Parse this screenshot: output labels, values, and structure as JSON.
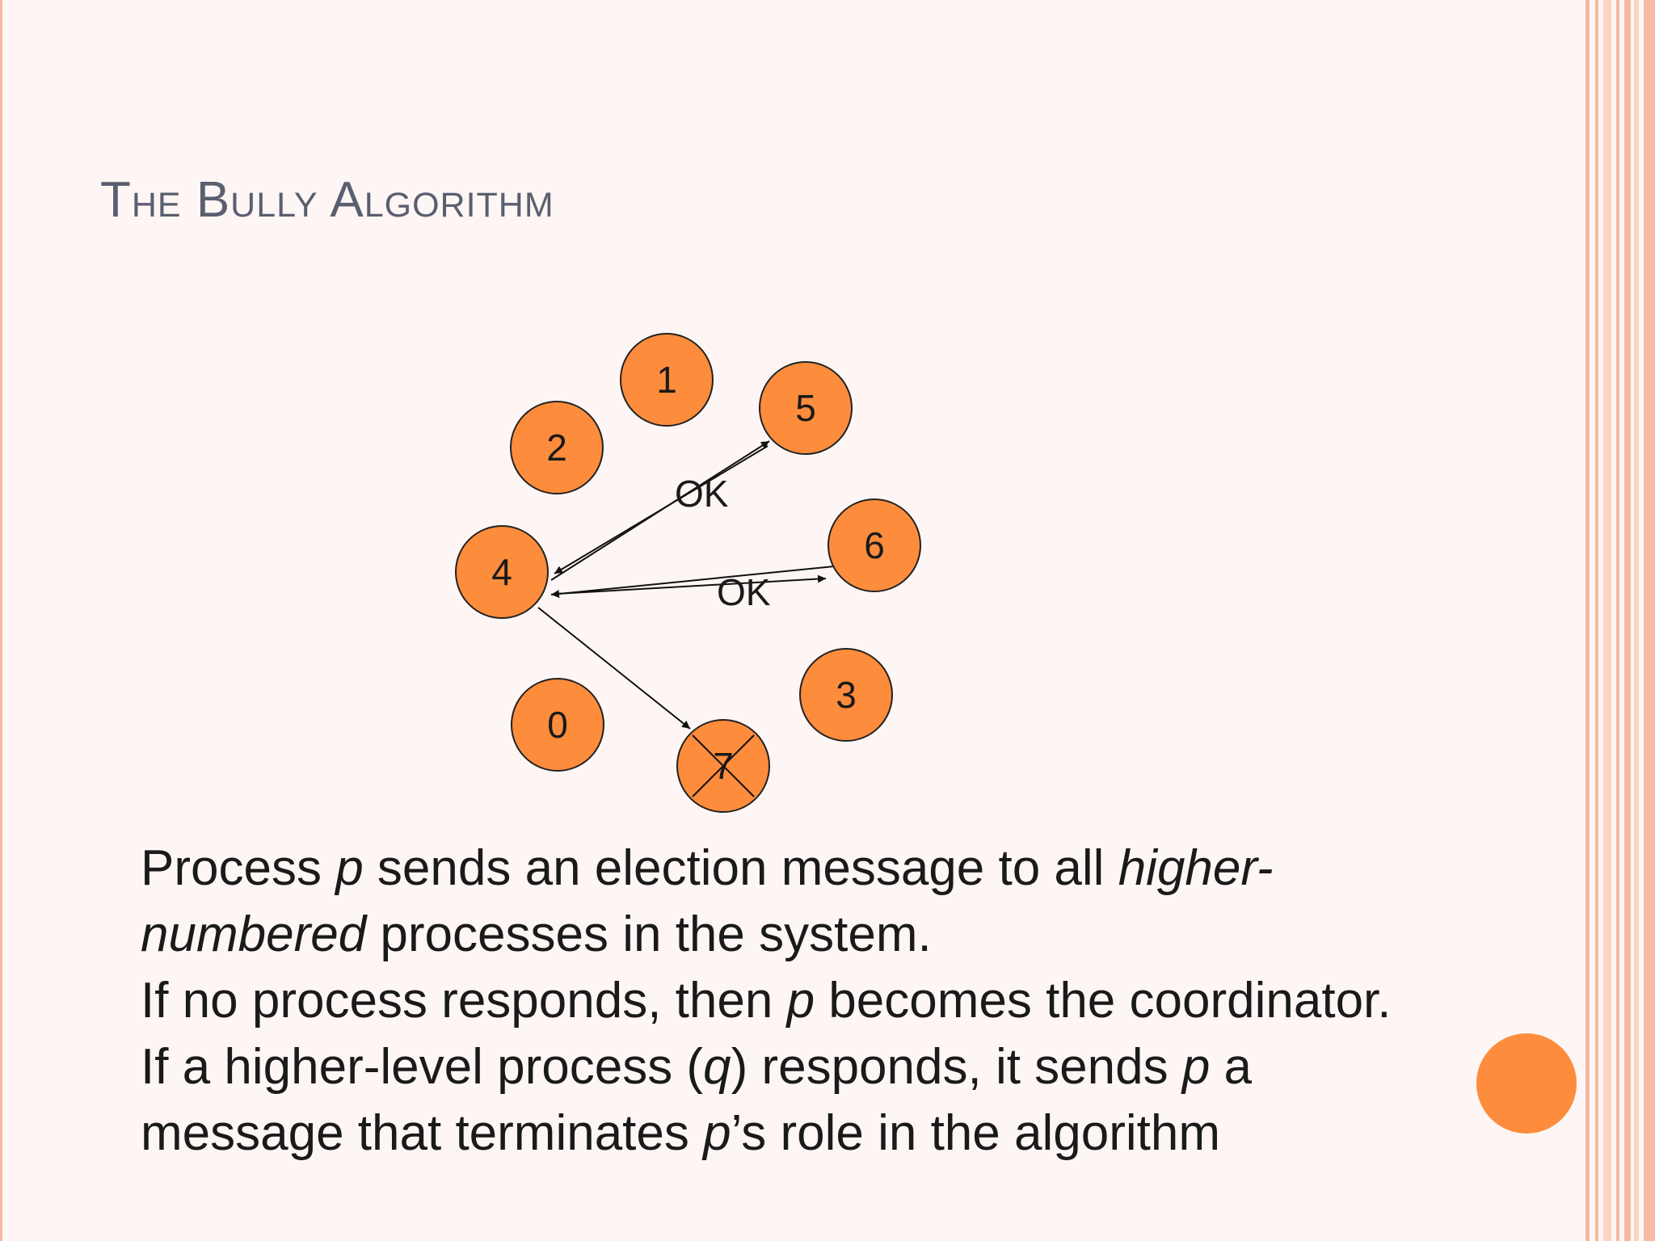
{
  "slide": {
    "title": "The Bully Algorithm",
    "colors": {
      "background": "#fdf6f4",
      "title": "#5a5f70",
      "node_fill": "#fd8c3c",
      "accent_dot": "#fd8c3c",
      "border_stripes": "#f6b9a3"
    }
  },
  "diagram": {
    "nodes": [
      {
        "id": "1",
        "label": "1",
        "crashed": false
      },
      {
        "id": "5",
        "label": "5",
        "crashed": false
      },
      {
        "id": "2",
        "label": "2",
        "crashed": false
      },
      {
        "id": "6",
        "label": "6",
        "crashed": false
      },
      {
        "id": "4",
        "label": "4",
        "crashed": false
      },
      {
        "id": "3",
        "label": "3",
        "crashed": false
      },
      {
        "id": "0",
        "label": "0",
        "crashed": false
      },
      {
        "id": "7",
        "label": "7",
        "crashed": true
      }
    ],
    "messages": [
      {
        "from": "4",
        "to": "5",
        "label": ""
      },
      {
        "from": "5",
        "to": "4",
        "label": "OK"
      },
      {
        "from": "4",
        "to": "6",
        "label": ""
      },
      {
        "from": "6",
        "to": "4",
        "label": "OK"
      },
      {
        "from": "4",
        "to": "7",
        "label": ""
      }
    ]
  },
  "body": {
    "line1": {
      "t1": "Process ",
      "t2": "p",
      "t3": " sends an election message to all ",
      "t4": "higher-"
    },
    "line2": {
      "t1": "numbered",
      "t2": " processes in the system."
    },
    "line3": {
      "t1": "If no process responds, then ",
      "t2": "p",
      "t3": " becomes the coordinator."
    },
    "line4": {
      "t1": "If a higher-level process (",
      "t2": "q",
      "t3": ") responds, it sends ",
      "t4": "p",
      "t5": " a"
    },
    "line5": {
      "t1": "message that terminates ",
      "t2": "p",
      "t3": "’s role in the algorithm"
    }
  }
}
